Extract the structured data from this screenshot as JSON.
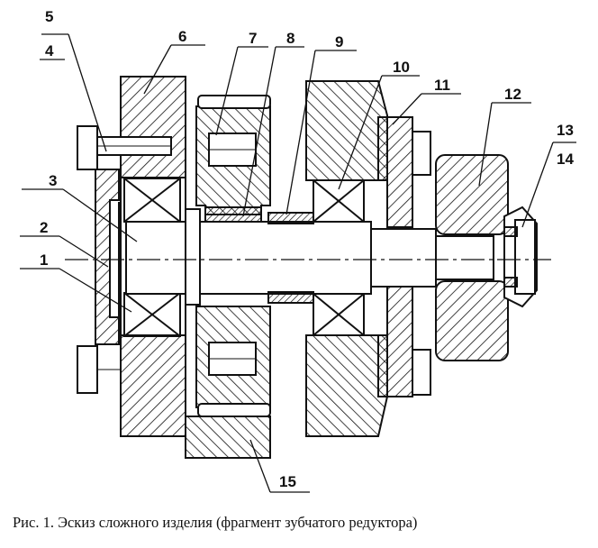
{
  "caption": "Рис. 1. Эскиз сложного изделия (фрагмент зубчатого редуктора)",
  "callouts": {
    "c1": "1",
    "c2": "2",
    "c3": "3",
    "c4": "4",
    "c5": "5",
    "c6": "6",
    "c7": "7",
    "c8": "8",
    "c9": "9",
    "c10": "10",
    "c11": "11",
    "c12": "12",
    "c13": "13",
    "c14": "14",
    "c15": "15"
  }
}
